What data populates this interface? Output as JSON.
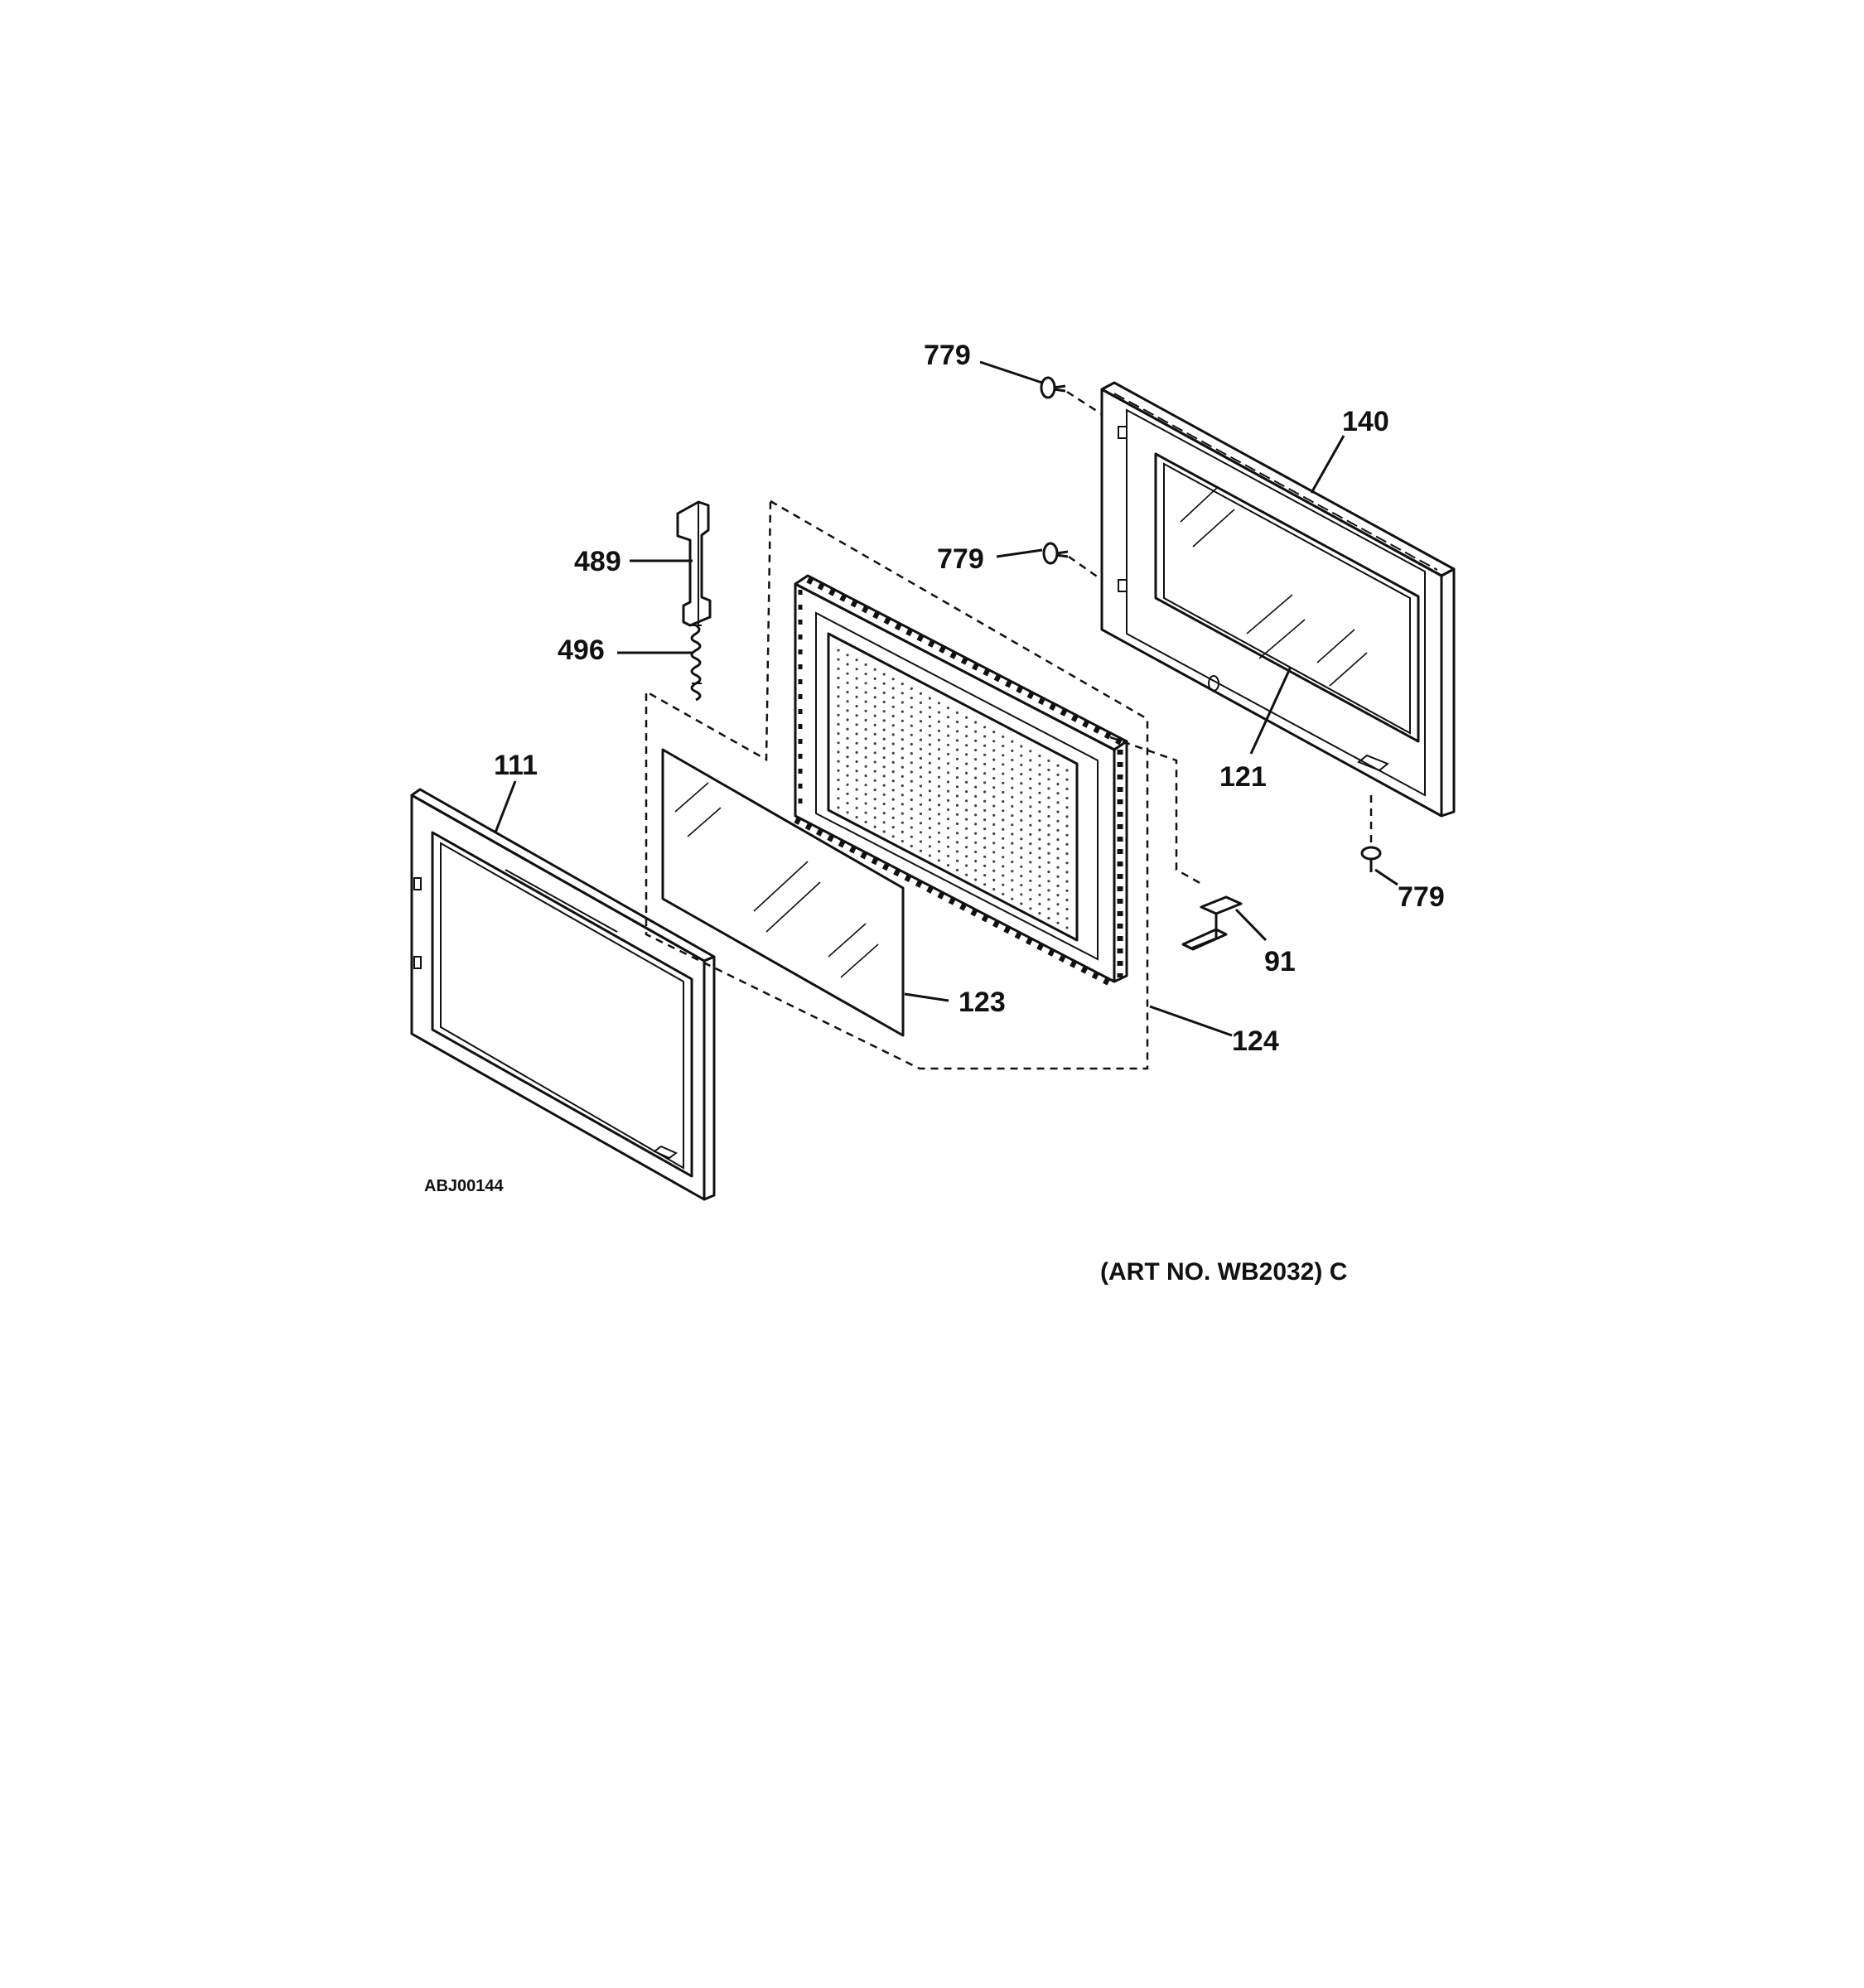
{
  "diagram": {
    "callouts": {
      "c779_top": "779",
      "c779_mid": "779",
      "c779_right": "779",
      "c140": "140",
      "c489": "489",
      "c496": "496",
      "c121": "121",
      "c111": "111",
      "c91": "91",
      "c123": "123",
      "c124": "124"
    },
    "drawing_id": "ABJ00144",
    "art_number": "(ART NO. WB2032) C"
  }
}
